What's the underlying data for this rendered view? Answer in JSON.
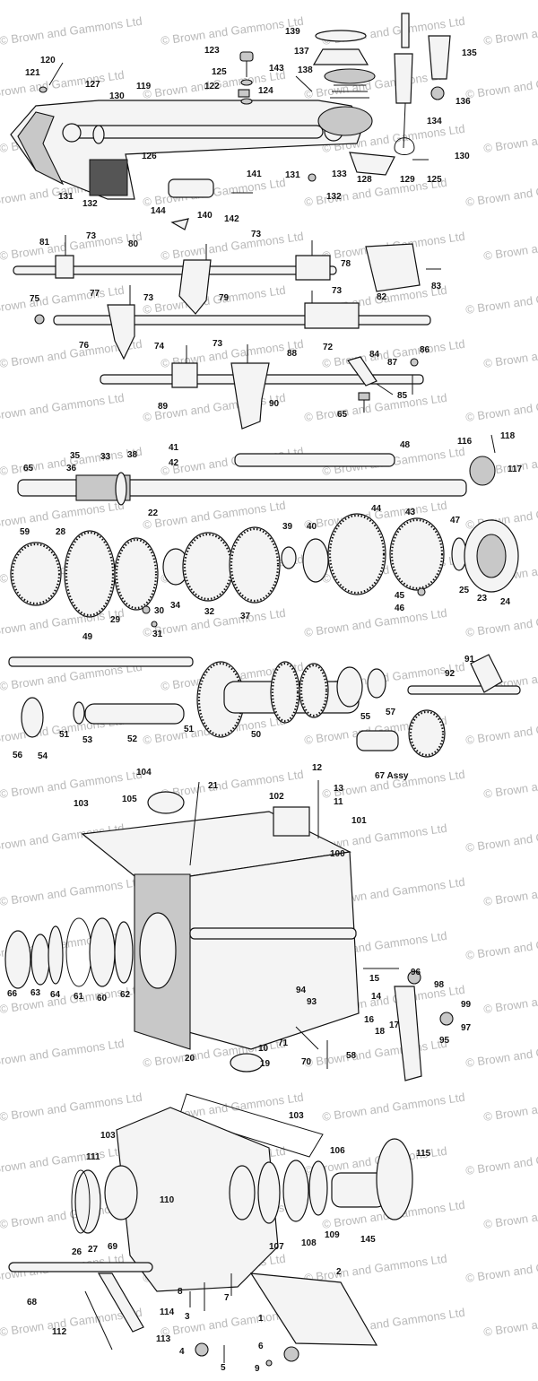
{
  "watermark": "© Brown and Gammons Ltd",
  "labels": {
    "l1": "1",
    "l2": "2",
    "l3": "3",
    "l4": "4",
    "l5": "5",
    "l6": "6",
    "l7": "7",
    "l8": "8",
    "l9": "9",
    "l10": "10",
    "l11": "11",
    "l12": "12",
    "l13": "13",
    "l14": "14",
    "l15": "15",
    "l16": "16",
    "l17": "17",
    "l18": "18",
    "l19": "19",
    "l20": "20",
    "l21": "21",
    "l22": "22",
    "l23": "23",
    "l24": "24",
    "l25": "25",
    "l26": "26",
    "l27": "27",
    "l28": "28",
    "l29": "29",
    "l30": "30",
    "l31": "31",
    "l32": "32",
    "l33": "33",
    "l34": "34",
    "l35": "35",
    "l36": "36",
    "l37": "37",
    "l38": "38",
    "l39": "39",
    "l40": "40",
    "l41": "41",
    "l42": "42",
    "l43": "43",
    "l44": "44",
    "l45": "45",
    "l46": "46",
    "l47": "47",
    "l48": "48",
    "l49": "49",
    "l50": "50",
    "l51a": "51",
    "l51b": "51",
    "l52": "52",
    "l53": "53",
    "l54": "54",
    "l55": "55",
    "l56": "56",
    "l57": "57",
    "l58": "58",
    "l59": "59",
    "l60": "60",
    "l61": "61",
    "l62": "62",
    "l63": "63",
    "l64": "64",
    "l65a": "65",
    "l65b": "65",
    "l66": "66",
    "l67": "67 Assy",
    "l68": "68",
    "l69": "69",
    "l70": "70",
    "l71": "71",
    "l72": "72",
    "l73a": "73",
    "l73b": "73",
    "l73c": "73",
    "l73d": "73",
    "l73e": "73",
    "l74": "74",
    "l75": "75",
    "l76": "76",
    "l77": "77",
    "l78": "78",
    "l79": "79",
    "l80": "80",
    "l81": "81",
    "l82": "82",
    "l83": "83",
    "l84": "84",
    "l85": "85",
    "l86": "86",
    "l87": "87",
    "l88": "88",
    "l89": "89",
    "l90": "90",
    "l91": "91",
    "l92": "92",
    "l93": "93",
    "l94": "94",
    "l95": "95",
    "l96": "96",
    "l97": "97",
    "l98": "98",
    "l99": "99",
    "l100": "100",
    "l101": "101",
    "l102": "102",
    "l103a": "103",
    "l103b": "103",
    "l103c": "103",
    "l104": "104",
    "l105": "105",
    "l106": "106",
    "l107": "107",
    "l108": "108",
    "l109": "109",
    "l110": "110",
    "l111": "111",
    "l112": "112",
    "l113": "113",
    "l114": "114",
    "l115": "115",
    "l116": "116",
    "l117": "117",
    "l118": "118",
    "l119": "119",
    "l120": "120",
    "l121": "121",
    "l122": "122",
    "l123": "123",
    "l124": "124",
    "l125a": "125",
    "l125b": "125",
    "l126": "126",
    "l127": "127",
    "l128": "128",
    "l129": "129",
    "l130a": "130",
    "l130b": "130",
    "l131a": "131",
    "l131b": "131",
    "l132a": "132",
    "l132b": "132",
    "l133": "133",
    "l134": "134",
    "l135": "135",
    "l136": "136",
    "l137": "137",
    "l138": "138",
    "l139": "139",
    "l140": "140",
    "l141": "141",
    "l142": "142",
    "l143": "143",
    "l144": "144",
    "l145": "145"
  }
}
